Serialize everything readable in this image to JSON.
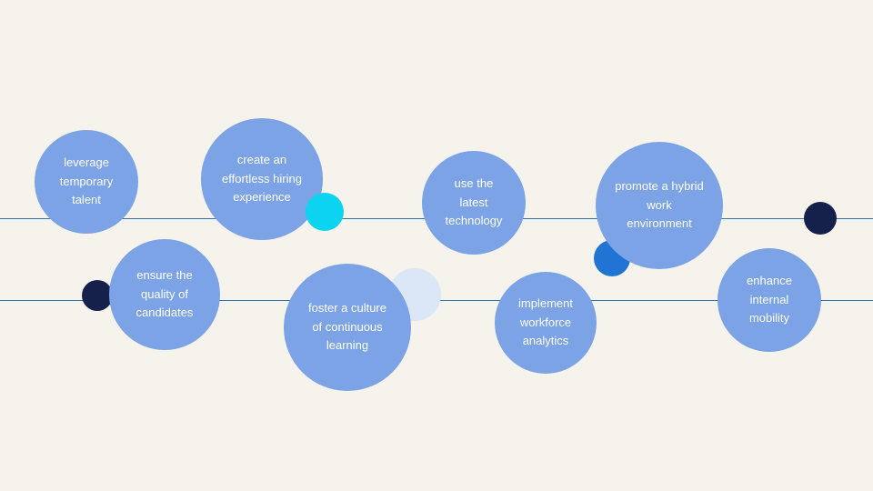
{
  "colors": {
    "background": "#f6f3ed",
    "line": "#2e74b5",
    "bubble": "#7ba3e6",
    "text": "#ffffff",
    "cyan_accent": "#0bd3f0",
    "navy_accent": "#15214b",
    "blue_accent": "#2074d4",
    "light_blue_accent": "#dbe6f7"
  },
  "bubbles": [
    {
      "label": "leverage temporary talent"
    },
    {
      "label": "create an effortless hiring experience"
    },
    {
      "label": "use the latest technology"
    },
    {
      "label": "promote a hybrid work environment"
    },
    {
      "label": "ensure the quality of candidates"
    },
    {
      "label": "foster a culture of continuous learning"
    },
    {
      "label": "implement workforce analytics"
    },
    {
      "label": "enhance internal mobility"
    }
  ]
}
